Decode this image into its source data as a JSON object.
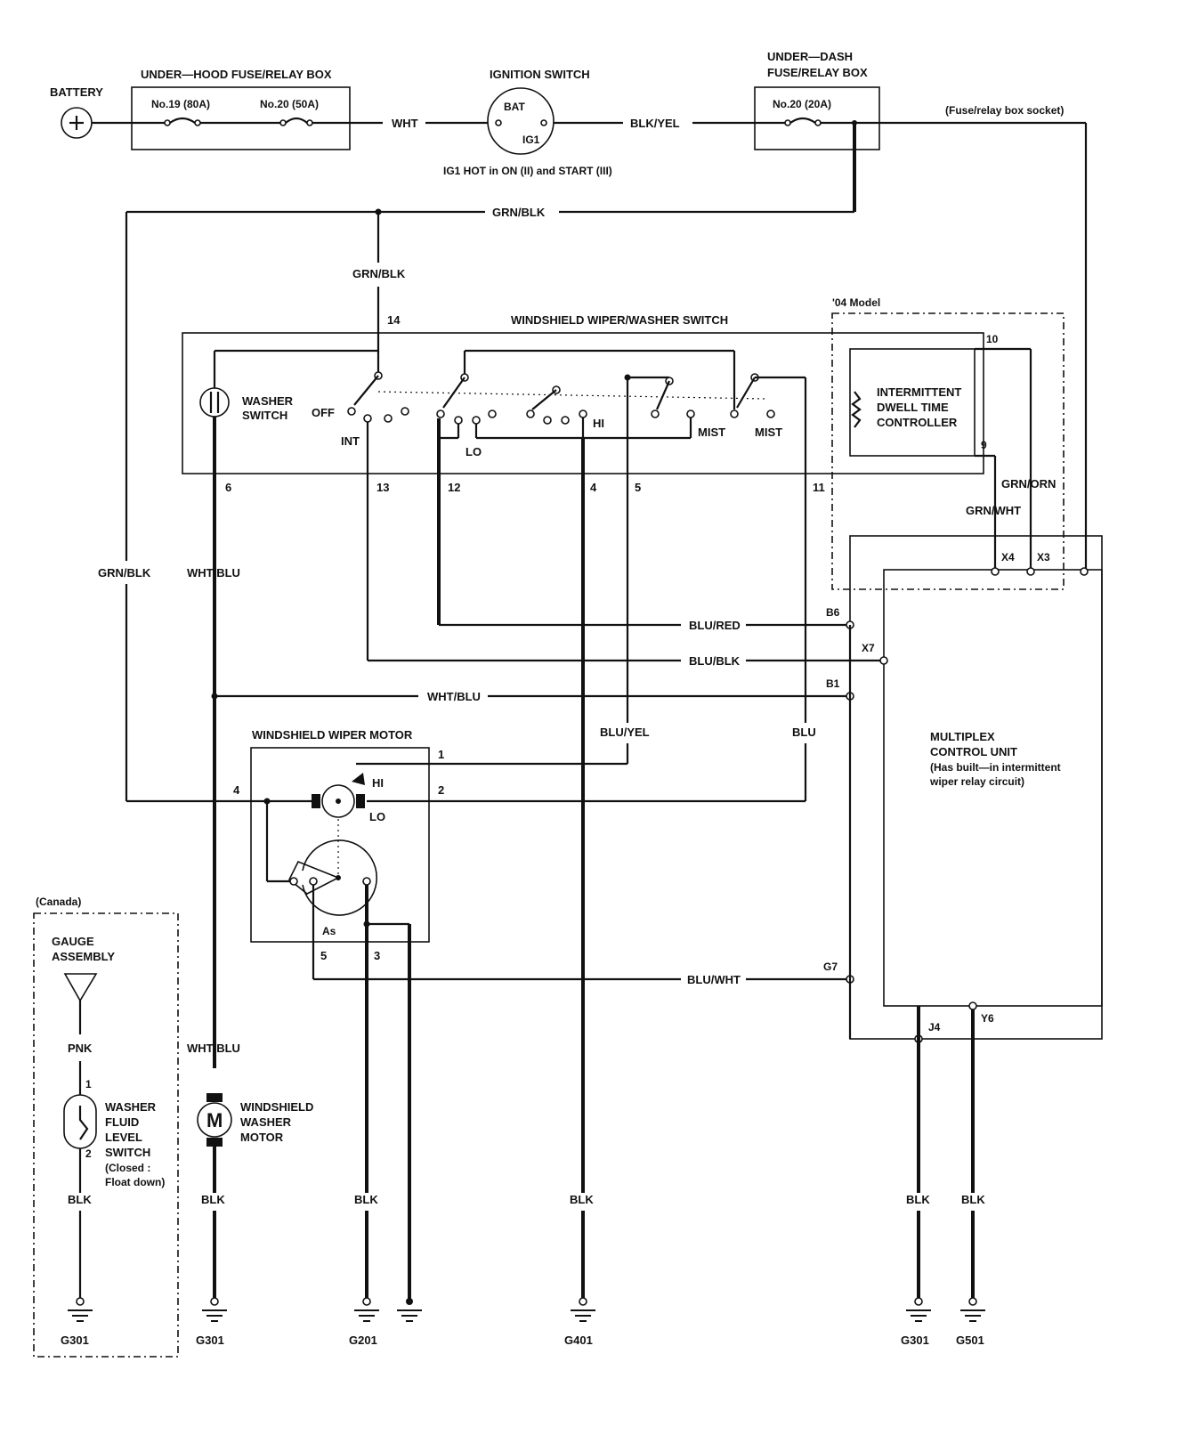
{
  "components": {
    "battery": "BATTERY",
    "under_hood_box": "UNDER—HOOD FUSE/RELAY BOX",
    "fuse_19": "No.19 (80A)",
    "fuse_20_hood": "No.20 (50A)",
    "ignition_switch": "IGNITION SWITCH",
    "ign_bat": "BAT",
    "ign_ig1": "IG1",
    "ign_note": "IG1 HOT in ON (II) and START (III)",
    "under_dash_box_line1": "UNDER—DASH",
    "under_dash_box_line2": "FUSE/RELAY BOX",
    "fuse_20_dash": "No.20 (20A)",
    "socket_note": "(Fuse/relay box socket)",
    "model_note": "'04 Model",
    "wiper_switch": "WINDSHIELD WIPER/WASHER SWITCH",
    "washer_switch_line1": "WASHER",
    "washer_switch_line2": "SWITCH",
    "pos_off": "OFF",
    "pos_int": "INT",
    "pos_lo": "LO",
    "pos_hi": "HI",
    "pos_mist1": "MIST",
    "pos_mist2": "MIST",
    "dwell_line1": "INTERMITTENT",
    "dwell_line2": "DWELL TIME",
    "dwell_line3": "CONTROLLER",
    "wiper_motor": "WINDSHIELD WIPER MOTOR",
    "motor_hi": "HI",
    "motor_lo": "LO",
    "motor_as": "As",
    "mcu_line1": "MULTIPLEX",
    "mcu_line2": "CONTROL UNIT",
    "mcu_line3": "(Has built—in intermittent",
    "mcu_line4": "wiper relay circuit)",
    "canada": "(Canada)",
    "gauge_line1": "GAUGE",
    "gauge_line2": "ASSEMBLY",
    "fluid_line1": "WASHER",
    "fluid_line2": "FLUID",
    "fluid_line3": "LEVEL",
    "fluid_line4": "SWITCH",
    "fluid_line5": "(Closed :",
    "fluid_line6": "Float down)",
    "washer_motor_line1": "WINDSHIELD",
    "washer_motor_line2": "WASHER",
    "washer_motor_line3": "MOTOR",
    "motor_symbol": "M"
  },
  "wires": {
    "wht": "WHT",
    "blk_yel": "BLK/YEL",
    "grn_blk_top": "GRN/BLK",
    "grn_blk_mid": "GRN/BLK",
    "grn_blk_left": "GRN/BLK",
    "wht_blu_left": "WHT/BLU",
    "grn_orn": "GRN/ORN",
    "grn_wht": "GRN/WHT",
    "blu_red": "BLU/RED",
    "blu_blk": "BLU/BLK",
    "wht_blu_mid": "WHT/BLU",
    "blu_yel": "BLU/YEL",
    "blu": "BLU",
    "blu_wht": "BLU/WHT",
    "pnk": "PNK",
    "blk_1": "BLK",
    "wht_blu_low": "WHT/BLU",
    "blk_2": "BLK",
    "blk_3": "BLK",
    "blk_4": "BLK",
    "blk_5": "BLK",
    "blk_6": "BLK"
  },
  "pins": {
    "p14": "14",
    "p6": "6",
    "p13": "13",
    "p12": "12",
    "p4": "4",
    "p5": "5",
    "p11": "11",
    "p10": "10",
    "p9": "9",
    "x4": "X4",
    "x3": "X3",
    "b6": "B6",
    "x7": "X7",
    "b1": "B1",
    "g7": "G7",
    "j4": "J4",
    "y6": "Y6",
    "m1": "1",
    "m2": "2",
    "m4": "4",
    "m5": "5",
    "m3": "3",
    "f1": "1",
    "f2": "2"
  },
  "grounds": {
    "g1": "G301",
    "g2": "G301",
    "g3": "G201",
    "g4": "G401",
    "g5": "G301",
    "g6": "G501"
  }
}
